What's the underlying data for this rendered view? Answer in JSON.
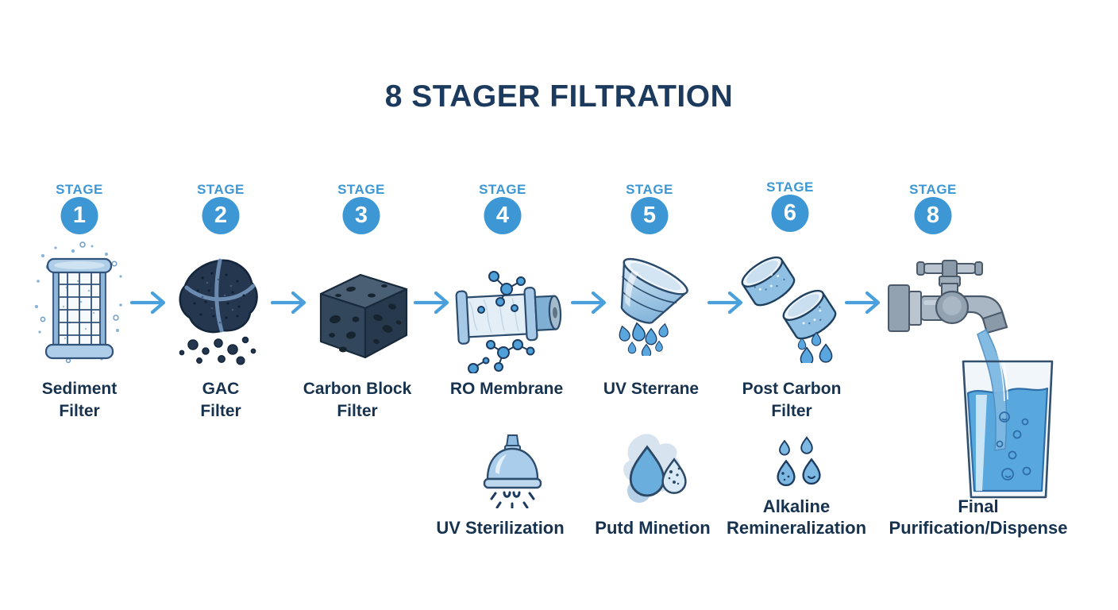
{
  "title": "8 STAGER FILTRATION",
  "colors": {
    "title_text": "#1c3a5e",
    "label_text": "#16324e",
    "stage_accent": "#3c97d4",
    "arrow": "#4aa0dc",
    "icon_blue": "#5aa7e0",
    "icon_dark_navy": "#24374f",
    "water": "#58a8de"
  },
  "stages": [
    {
      "badge": "STAGE",
      "number": "1",
      "icon": "sediment-filter-icon",
      "lines": [
        "Sediment",
        "Filter"
      ]
    },
    {
      "badge": "STAGE",
      "number": "2",
      "icon": "gac-filter-icon",
      "lines": [
        "GAC",
        "Filter"
      ]
    },
    {
      "badge": "STAGE",
      "number": "3",
      "icon": "carbon-block-icon",
      "lines": [
        "Carbon Block",
        "Filter"
      ]
    },
    {
      "badge": "STAGE",
      "number": "4",
      "icon": "ro-membrane-icon",
      "lines": [
        "RO Membrane"
      ]
    },
    {
      "badge": "STAGE",
      "number": "5",
      "icon": "uv-chamber-icon",
      "lines": [
        "UV Sterrane"
      ]
    },
    {
      "badge": "STAGE",
      "number": "6",
      "icon": "post-carbon-icon",
      "lines": [
        "Post Carbon",
        "Filter"
      ]
    },
    {
      "badge": "STAGE",
      "number": "8",
      "icon": "faucet-glass-icon",
      "lines": [
        "Final",
        "Purification/Dispense"
      ]
    }
  ],
  "secondary_row": [
    {
      "icon": "uv-lamp-icon",
      "lines": [
        "UV Sterilization"
      ]
    },
    {
      "icon": "water-splash-icon",
      "lines": [
        "Putd Minetion"
      ]
    },
    {
      "icon": "mineral-drops-icon",
      "lines": [
        "Alkaline",
        "Remineralization"
      ]
    }
  ]
}
